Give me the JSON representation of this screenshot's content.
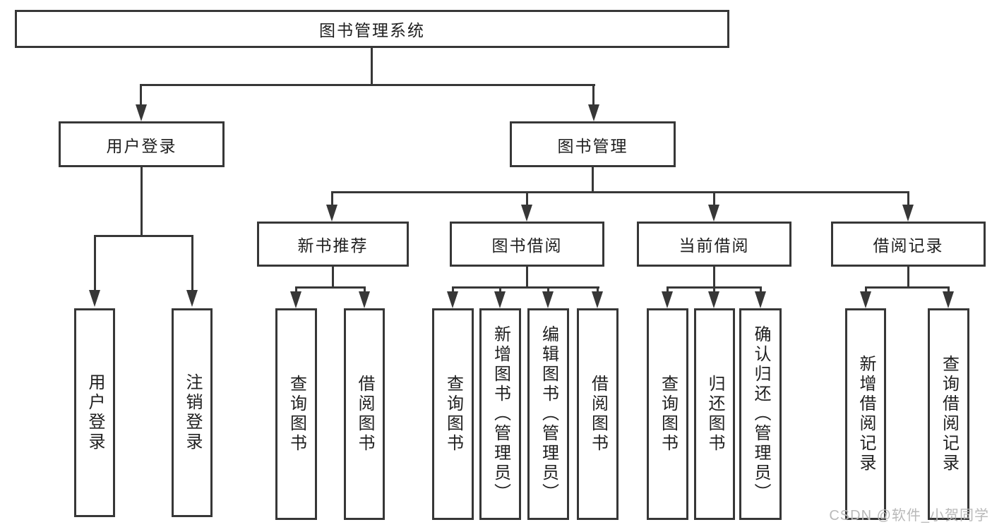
{
  "diagram": {
    "title": "图书管理系统",
    "level2": [
      "用户登录",
      "图书管理"
    ],
    "level3": [
      "新书推荐",
      "图书借阅",
      "当前借阅",
      "借阅记录"
    ],
    "leaves": {
      "login": [
        "用户登录",
        "注销登录"
      ],
      "newbook": [
        "查询图书",
        "借阅图书"
      ],
      "borrow": [
        "查询图书",
        "新增图书（管理员）",
        "编辑图书（管理员）",
        "借阅图书"
      ],
      "current": [
        "查询图书",
        "归还图书",
        "确认归还（管理员）"
      ],
      "records": [
        "新增借阅记录",
        "查询借阅记录"
      ]
    }
  },
  "watermark": "CSDN @软件_小贺同学",
  "colors": {
    "line": "#373737",
    "text": "#1f1f1f",
    "watermark": "#b9b9b9",
    "background": "#ffffff"
  }
}
